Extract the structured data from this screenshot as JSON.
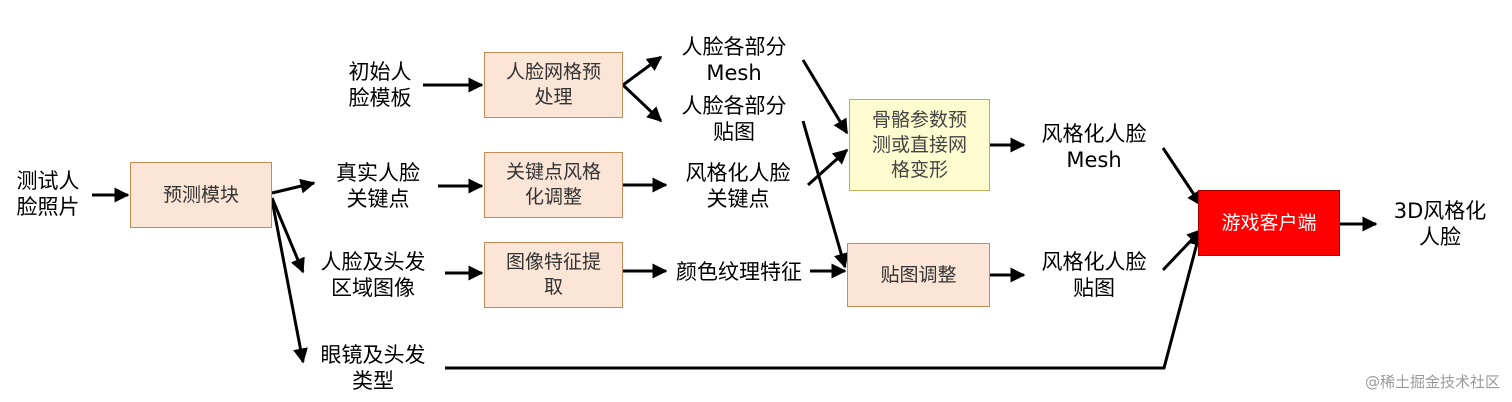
{
  "nodes": {
    "test_photo": "测试人\n脸照片",
    "predict_module": "预测模块",
    "init_template": "初始人\n脸模板",
    "real_keypoints": "真实人脸\n关键点",
    "face_hair_region": "人脸及头发\n区域图像",
    "glasses_hair_type": "眼镜及头发\n类型",
    "mesh_preprocess": "人脸网格预\n处理",
    "keypoint_style": "关键点风格\n化调整",
    "image_feature": "图像特征提\n取",
    "part_mesh": "人脸各部分\nMesh",
    "part_texture": "人脸各部分\n贴图",
    "styled_keypoints": "风格化人脸\n关键点",
    "color_texture": "颜色纹理特征",
    "bone_param": "骨骼参数预\n测或直接网\n格变形",
    "texture_adjust": "贴图调整",
    "styled_mesh": "风格化人脸\nMesh",
    "styled_texture": "风格化人脸\n贴图",
    "game_client": "游戏客户端",
    "result": "3D风格化\n人脸"
  },
  "watermark": "@稀土掘金技术社区"
}
